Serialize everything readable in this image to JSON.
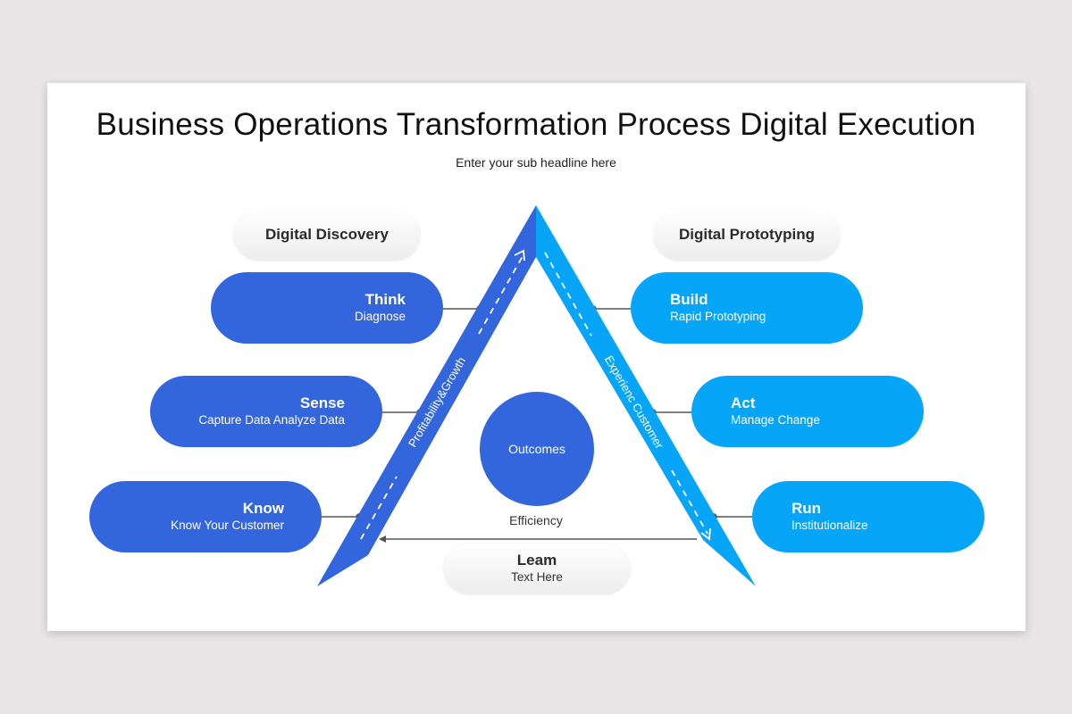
{
  "slide": {
    "title": "Business Operations Transformation Process Digital Execution",
    "subtitle": "Enter your sub headline here"
  },
  "colors": {
    "dark_blue": "#3366dd",
    "light_blue": "#07a5f8",
    "background": "#e8e6e7"
  },
  "headers": {
    "left": "Digital Discovery",
    "right": "Digital Prototyping"
  },
  "left_steps": [
    {
      "title": "Think",
      "subtitle": "Diagnose"
    },
    {
      "title": "Sense",
      "subtitle": "Capture Data Analyze Data"
    },
    {
      "title": "Know",
      "subtitle": "Know Your Customer"
    }
  ],
  "right_steps": [
    {
      "title": "Build",
      "subtitle": "Rapid Prototyping"
    },
    {
      "title": "Act",
      "subtitle": "Manage Change"
    },
    {
      "title": "Run",
      "subtitle": "Institutionalize"
    }
  ],
  "ribbons": {
    "left_label": "Profitability&Growth",
    "right_label": "Experienc Customer"
  },
  "center": {
    "circle_label": "Outcomes",
    "caption": "Efficiency"
  },
  "bottom": {
    "title": "Leam",
    "subtitle": "Text Here"
  }
}
